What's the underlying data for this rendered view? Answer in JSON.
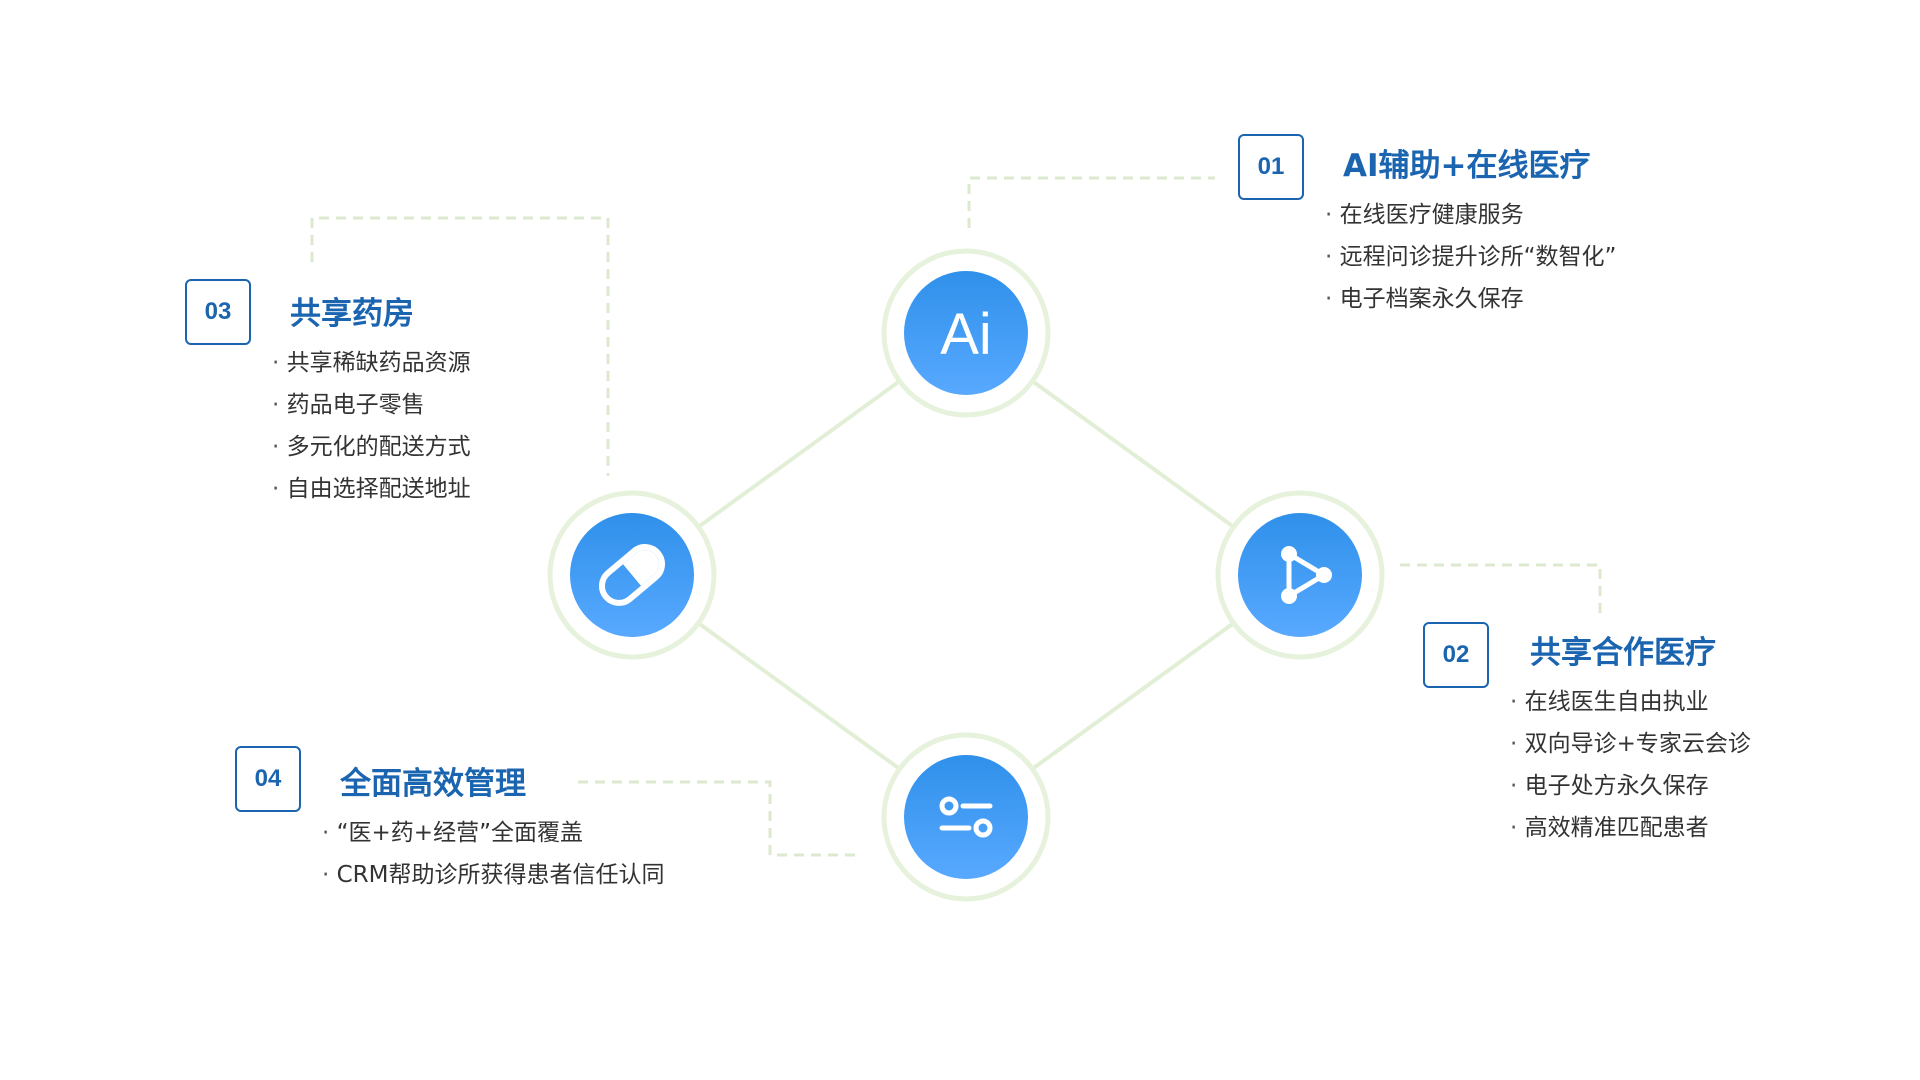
{
  "colors": {
    "accent": "#1a64b0",
    "node_gradient_top": "#2f90ea",
    "node_gradient_bottom": "#58a9ff",
    "ring": "#e6f2dc",
    "connector": "#e2efd6",
    "dashed": "#dde9cf",
    "text": "#333333"
  },
  "nodes": {
    "ai": {
      "icon": "ai-icon",
      "label": "Ai"
    },
    "share": {
      "icon": "share-nodes-icon"
    },
    "pill": {
      "icon": "pill-icon"
    },
    "settings": {
      "icon": "toggle-settings-icon"
    }
  },
  "sections": {
    "s01": {
      "num": "01",
      "title": "AI辅助+在线医疗",
      "items": [
        "在线医疗健康服务",
        "远程问诊提升诊所“数智化”",
        "电子档案永久保存"
      ]
    },
    "s02": {
      "num": "02",
      "title": "共享合作医疗",
      "items": [
        "在线医生自由执业",
        "双向导诊+专家云会诊",
        "电子处方永久保存",
        "高效精准匹配患者"
      ]
    },
    "s03": {
      "num": "03",
      "title": "共享药房",
      "items": [
        "共享稀缺药品资源",
        "药品电子零售",
        "多元化的配送方式",
        "自由选择配送地址"
      ]
    },
    "s04": {
      "num": "04",
      "title": "全面高效管理",
      "items": [
        " “医+药+经营”全面覆盖",
        "CRM帮助诊所获得患者信任认同"
      ]
    }
  }
}
